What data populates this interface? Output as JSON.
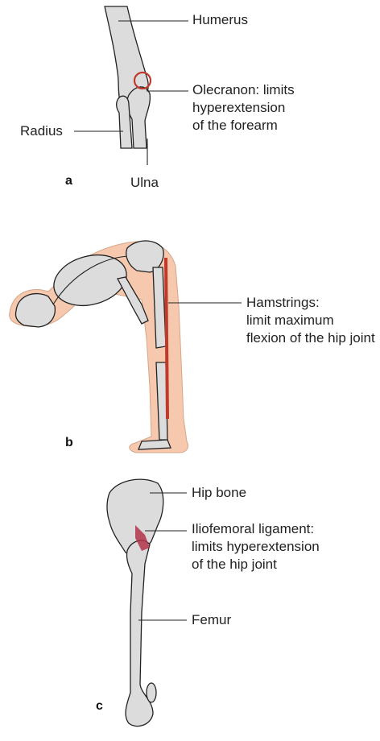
{
  "panels": {
    "a": {
      "label": "a",
      "humerus": "Humerus",
      "olecranon": [
        "Olecranon:  limits",
        "hyperextension",
        "of the forearm"
      ],
      "radius": "Radius",
      "ulna": "Ulna"
    },
    "b": {
      "label": "b",
      "hamstrings": [
        "Hamstrings:",
        "limit maximum",
        "flexion of the hip joint"
      ]
    },
    "c": {
      "label": "c",
      "hip_bone": "Hip bone",
      "iliofemoral": [
        "Iliofemoral ligament:",
        "limits hyperextension",
        "of the hip joint"
      ],
      "femur": "Femur"
    }
  },
  "colors": {
    "bone": "#dcdcdc",
    "skin": "#f6c9ae",
    "muscle": "#c0392b",
    "highlight": "#c0392b"
  }
}
